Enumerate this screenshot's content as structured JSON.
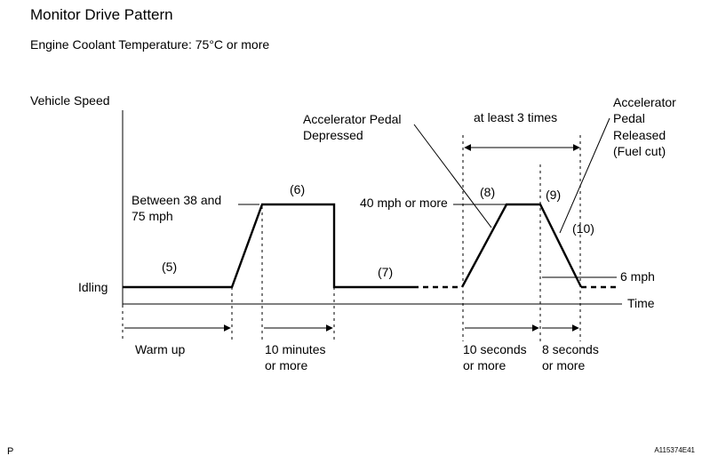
{
  "title": "Monitor Drive Pattern",
  "condition": "Engine Coolant Temperature: 75°C or more",
  "axes": {
    "y_label": "Vehicle Speed",
    "x_label": "Time"
  },
  "levels": {
    "idling": "Idling",
    "between_line1": "Between 38 and",
    "between_line2": "75 mph",
    "forty": "40 mph or more",
    "six": "6 mph"
  },
  "steps": {
    "s5": "(5)",
    "s6": "(6)",
    "s7": "(7)",
    "s8": "(8)",
    "s9": "(9)",
    "s10": "(10)"
  },
  "annotations": {
    "depressed_line1": "Accelerator Pedal",
    "depressed_line2": "Depressed",
    "released_line1": "Accelerator",
    "released_line2": "Pedal",
    "released_line3": "Released",
    "released_line4": "(Fuel cut)",
    "repeat": "at least 3 times"
  },
  "durations": {
    "warmup": "Warm up",
    "ten_min_line1": "10 minutes",
    "ten_min_line2": "or more",
    "ten_sec_line1": "10 seconds",
    "ten_sec_line2": "or more",
    "eight_sec_line1": "8 seconds",
    "eight_sec_line2": "or more"
  },
  "footer": {
    "left": "P",
    "right": "A115374E41"
  }
}
